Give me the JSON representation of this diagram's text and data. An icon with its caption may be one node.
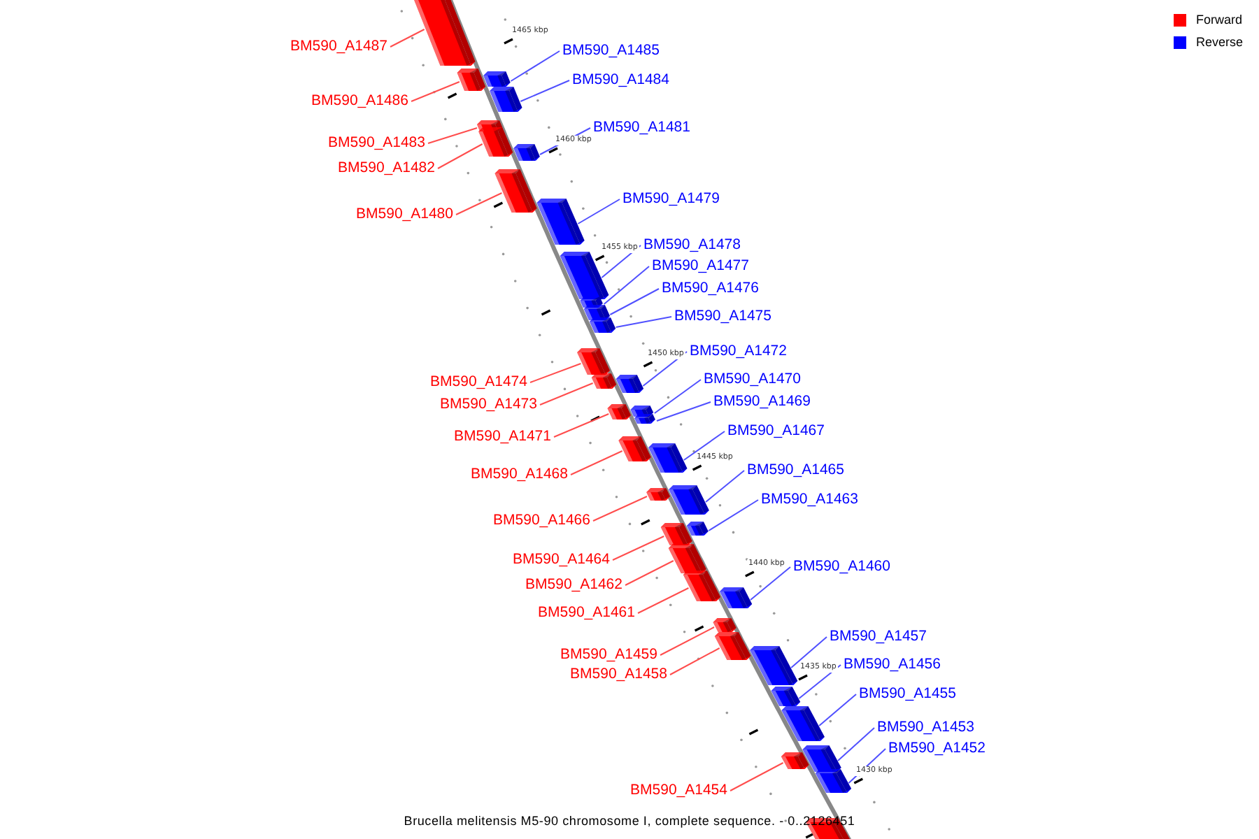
{
  "diagram": {
    "caption": "Brucella melitensis M5-90 chromosome I, complete sequence. - 0..2126451",
    "nodes": [
      {
        "text": [
          "BM590_A1487"
        ]
      },
      {
        "text": [
          "BM590_A1485"
        ]
      },
      {
        "text": [
          "BM590_A1484"
        ]
      },
      {
        "text": [
          "BM590_A1486"
        ]
      },
      {
        "text": [
          "BM590_A1481"
        ]
      },
      {
        "text": [
          "BM590_A1483"
        ]
      },
      {
        "text": [
          "BM590_A1482"
        ]
      },
      {
        "text": [
          "BM590_A1479"
        ]
      },
      {
        "text": [
          "BM590_A1480"
        ]
      },
      {
        "text": [
          "BM590_A1478"
        ]
      },
      {
        "text": [
          "BM590_A1477"
        ]
      },
      {
        "text": [
          "BM590_A1476"
        ]
      },
      {
        "text": [
          "BM590_A1475"
        ]
      },
      {
        "text": [
          "BM590_A1472"
        ]
      },
      {
        "text": [
          "BM590_A1470"
        ]
      },
      {
        "text": [
          "BM590_A1474"
        ]
      },
      {
        "text": [
          "BM590_A1469"
        ]
      },
      {
        "text": [
          "BM590_A1473"
        ]
      },
      {
        "text": [
          "BM590_A1467"
        ]
      },
      {
        "text": [
          "BM590_A1471"
        ]
      },
      {
        "text": [
          "BM590_A1465"
        ]
      },
      {
        "text": [
          "BM590_A1468"
        ]
      },
      {
        "text": [
          "BM590_A1463"
        ]
      },
      {
        "text": [
          "BM590_A1466"
        ]
      },
      {
        "text": [
          "BM590_A1464"
        ]
      },
      {
        "text": [
          "BM590_A1460"
        ]
      },
      {
        "text": [
          "BM590_A1462"
        ]
      },
      {
        "text": [
          "BM590_A1461"
        ]
      },
      {
        "text": [
          "BM590_A1457"
        ]
      },
      {
        "text": [
          "BM590_A1459"
        ]
      },
      {
        "text": [
          "BM590_A1456"
        ]
      },
      {
        "text": [
          "BM590_A1458"
        ]
      },
      {
        "text": [
          "BM590_A1455"
        ]
      },
      {
        "text": [
          "BM590_A1453"
        ]
      },
      {
        "text": [
          "BM590_A1452"
        ]
      },
      {
        "text": [
          "BM590_A1454"
        ]
      },
      {
        "text": [],
        "shape": "box"
      },
      {
        "text": [],
        "shape": "box"
      },
      {
        "text": [],
        "shape": "box"
      },
      {
        "text": [],
        "shape": "box"
      },
      {
        "text": [],
        "shape": "box"
      },
      {
        "text": [],
        "shape": "box"
      },
      {
        "text": [],
        "shape": "box"
      },
      {
        "text": [],
        "shape": "box"
      },
      {
        "text": [],
        "shape": "box"
      },
      {
        "text": [],
        "shape": "box"
      },
      {
        "text": [],
        "shape": "box"
      },
      {
        "text": [],
        "shape": "box"
      },
      {
        "text": [],
        "shape": "box"
      },
      {
        "text": [],
        "shape": "box"
      },
      {
        "text": [],
        "shape": "box"
      },
      {
        "text": [],
        "shape": "box"
      },
      {
        "text": [],
        "shape": "box"
      },
      {
        "text": [],
        "shape": "box"
      },
      {
        "text": [],
        "shape": "box"
      },
      {
        "text": [],
        "shape": "box"
      },
      {
        "text": [],
        "shape": "box"
      },
      {
        "text": [],
        "shape": "box"
      },
      {
        "text": [],
        "shape": "box"
      },
      {
        "text": [],
        "shape": "box"
      },
      {
        "text": [],
        "shape": "box"
      },
      {
        "text": [],
        "shape": "box"
      },
      {
        "text": [],
        "shape": "box"
      },
      {
        "text": [],
        "shape": "box"
      },
      {
        "text": [],
        "shape": "box"
      },
      {
        "text": [],
        "shape": "box"
      },
      {
        "text": [],
        "shape": "box"
      },
      {
        "text": [],
        "shape": "box"
      },
      {
        "text": [],
        "shape": "box"
      },
      {
        "text": [],
        "shape": "box"
      },
      {
        "text": [],
        "shape": "box"
      },
      {
        "text": [],
        "shape": "box"
      }
    ],
    "edges": [
      {
        "from": 0,
        "to": 36,
        "arrow": "none",
        "color": "#ff4d4d"
      },
      {
        "from": 1,
        "to": 38,
        "arrow": "none"
      },
      {
        "from": 2,
        "to": 39,
        "arrow": "none"
      },
      {
        "from": 3,
        "to": 37,
        "arrow": "none",
        "color": "#ff4d4d"
      },
      {
        "from": 4,
        "to": 42,
        "arrow": "none"
      },
      {
        "from": 5,
        "to": 40,
        "arrow": "none",
        "color": "#ff4d4d"
      },
      {
        "from": 6,
        "to": 41,
        "arrow": "none",
        "color": "#ff4d4d"
      },
      {
        "from": 7,
        "to": 44,
        "arrow": "none"
      },
      {
        "from": 8,
        "to": 43,
        "arrow": "none",
        "color": "#ff4d4d"
      },
      {
        "from": 9,
        "to": 45,
        "arrow": "none"
      },
      {
        "from": 10,
        "to": 46,
        "arrow": "none"
      },
      {
        "from": 11,
        "to": 47,
        "arrow": "none"
      },
      {
        "from": 12,
        "to": 48,
        "arrow": "none"
      },
      {
        "from": 13,
        "to": 51,
        "arrow": "none"
      },
      {
        "from": 14,
        "to": 53,
        "arrow": "none"
      },
      {
        "from": 15,
        "to": 49,
        "arrow": "none",
        "color": "#ff4d4d"
      },
      {
        "from": 16,
        "to": 54,
        "arrow": "none"
      },
      {
        "from": 17,
        "to": 50,
        "arrow": "none",
        "color": "#ff4d4d"
      },
      {
        "from": 18,
        "to": 56,
        "arrow": "none"
      },
      {
        "from": 19,
        "to": 52,
        "arrow": "none",
        "color": "#ff4d4d"
      },
      {
        "from": 20,
        "to": 57,
        "arrow": "none"
      },
      {
        "from": 21,
        "to": 55,
        "arrow": "none",
        "color": "#ff4d4d"
      },
      {
        "from": 22,
        "to": 59,
        "arrow": "none"
      },
      {
        "from": 23,
        "to": 58,
        "arrow": "none",
        "color": "#ff4d4d"
      },
      {
        "from": 24,
        "to": 60,
        "arrow": "none",
        "color": "#ff4d4d"
      },
      {
        "from": 25,
        "to": 63,
        "arrow": "none"
      },
      {
        "from": 26,
        "to": 61,
        "arrow": "none",
        "color": "#ff4d4d"
      },
      {
        "from": 27,
        "to": 62,
        "arrow": "none",
        "color": "#ff4d4d"
      },
      {
        "from": 28,
        "to": 66,
        "arrow": "none"
      },
      {
        "from": 29,
        "to": 64,
        "arrow": "none",
        "color": "#ff4d4d"
      },
      {
        "from": 30,
        "to": 67,
        "arrow": "none"
      },
      {
        "from": 31,
        "to": 65,
        "arrow": "none",
        "color": "#ff4d4d"
      },
      {
        "from": 32,
        "to": 68,
        "arrow": "none"
      },
      {
        "from": 33,
        "to": 69,
        "arrow": "none"
      },
      {
        "from": 34,
        "to": 71,
        "arrow": "none"
      },
      {
        "from": 35,
        "to": 70,
        "arrow": "none",
        "color": "#ff4d4d"
      }
    ],
    "labels": [
      "1465 kbp",
      "1460 kbp",
      "1455 kbp",
      "1450 kbp",
      "1445 kbp",
      "1440 kbp",
      "1435 kbp",
      "1430 kbp"
    ],
    "legend": [
      {
        "text": "Forward",
        "color": "#ff0000"
      },
      {
        "text": "Reverse",
        "color": "#0000ff"
      }
    ]
  }
}
